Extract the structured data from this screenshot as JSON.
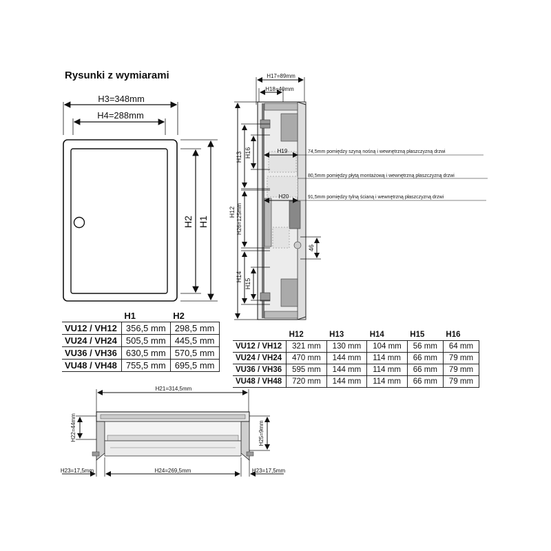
{
  "title": "Rysunki z wymiarami",
  "front_view": {
    "dims": {
      "h3": "H3=348mm",
      "h4": "H4=288mm",
      "h2": "H2",
      "h1": "H1"
    }
  },
  "side_view": {
    "dims": {
      "h17": "H17=89mm",
      "h18": "H18=40mm",
      "h13": "H13",
      "h16": "H16",
      "h19": "H19",
      "h12": "H12",
      "h26": "H26=125mm",
      "h20": "H20",
      "h14": "H14",
      "h15": "H15",
      "d46": "46"
    },
    "notes": [
      "74,5mm pomiędzy szyną nośną i wewnętrzną płaszczyzną drzwi",
      "80,5mm pomiędzy płytą montażową i wewnętrzną płaszczyzną drzwi",
      "91,5mm pomiędzy tylną ścianą i wewnętrzną płaszczyzną drzwi"
    ]
  },
  "bottom_view": {
    "dims": {
      "h21": "H21=314,5mm",
      "h22": "H22=44mm",
      "h25": "H25=9mm",
      "h23_left": "H23=17,5mm",
      "h24": "H24=269,5mm",
      "h23_right": "H23=17,5mm"
    }
  },
  "table1": {
    "headers": [
      "",
      "H1",
      "H2"
    ],
    "rows": [
      [
        "VU12 / VH12",
        "356,5 mm",
        "298,5 mm"
      ],
      [
        "VU24 / VH24",
        "505,5 mm",
        "445,5 mm"
      ],
      [
        "VU36 / VH36",
        "630,5 mm",
        "570,5 mm"
      ],
      [
        "VU48 / VH48",
        "755,5 mm",
        "695,5 mm"
      ]
    ]
  },
  "table2": {
    "headers": [
      "",
      "H12",
      "H13",
      "H14",
      "H15",
      "H16"
    ],
    "rows": [
      [
        "VU12 / VH12",
        "321 mm",
        "130 mm",
        "104 mm",
        "56 mm",
        "64 mm"
      ],
      [
        "VU24 / VH24",
        "470 mm",
        "144 mm",
        "114 mm",
        "66 mm",
        "79 mm"
      ],
      [
        "VU36 / VH36",
        "595 mm",
        "144 mm",
        "114 mm",
        "66 mm",
        "79 mm"
      ],
      [
        "VU48 / VH48",
        "720 mm",
        "144 mm",
        "114 mm",
        "66 mm",
        "79 mm"
      ]
    ]
  },
  "colors": {
    "line": "#111111",
    "fill": "#cfcfcf",
    "light": "#e6e6e6"
  }
}
